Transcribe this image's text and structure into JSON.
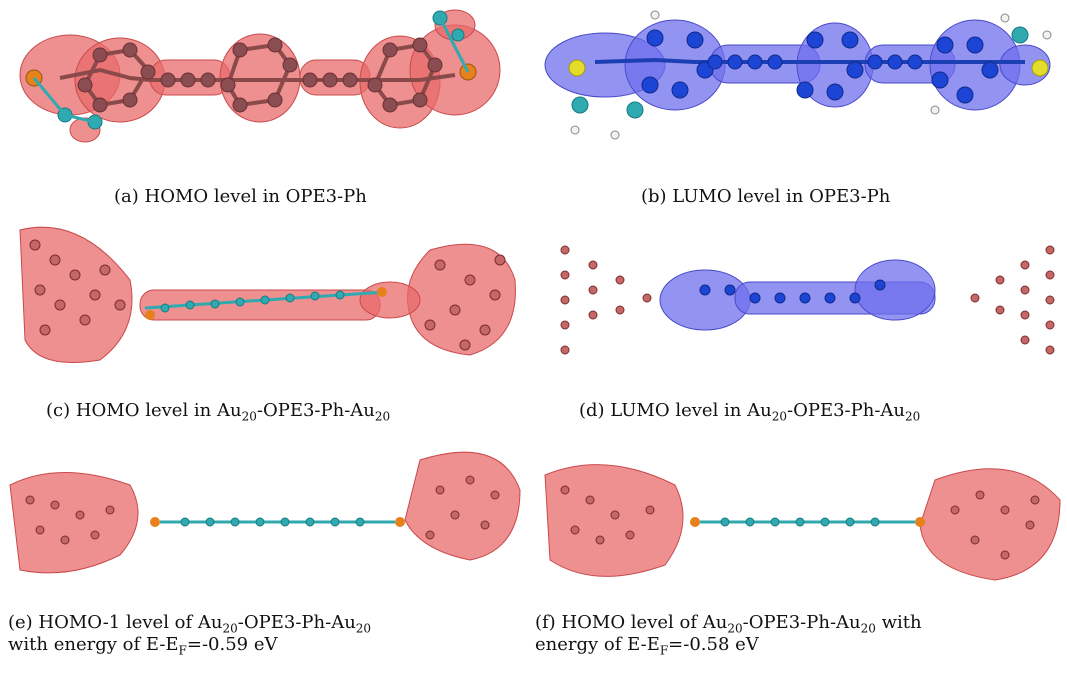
{
  "panels": [
    {
      "id": "a",
      "caption": "(a) HOMO level in OPE3-Ph"
    },
    {
      "id": "b",
      "caption": "(b) LUMO level in OPE3-Ph"
    },
    {
      "id": "c",
      "caption_parts": [
        "(c) HOMO level in Au",
        "20",
        "-OPE3-Ph-Au",
        "20"
      ]
    },
    {
      "id": "d",
      "caption_parts": [
        "(d) LUMO level in Au",
        "20",
        "-OPE3-Ph-Au",
        "20"
      ]
    },
    {
      "id": "e",
      "caption_parts": [
        "(e) HOMO-1 level of Au",
        "20",
        "-OPE3-Ph-Au",
        "20"
      ],
      "caption_line2_parts": [
        "with energy of E-E",
        "F",
        "=-0.59 eV"
      ]
    },
    {
      "id": "f",
      "caption_parts": [
        "(f) HOMO level of Au",
        "20",
        "-OPE3-Ph-Au",
        "20",
        " with"
      ],
      "caption_line2_parts": [
        "energy of E-E",
        "F",
        "=-0.58 eV"
      ]
    }
  ],
  "colors": {
    "homo_isosurface": "#e8696b",
    "lumo_isosurface": "#6f6fee",
    "carbon": "#2eaab0",
    "gold": "#c56767",
    "sulfur_orange": "#e7811c",
    "sulfur_yellow": "#e3dc2a",
    "hydrogen": "#f2f2f2"
  }
}
